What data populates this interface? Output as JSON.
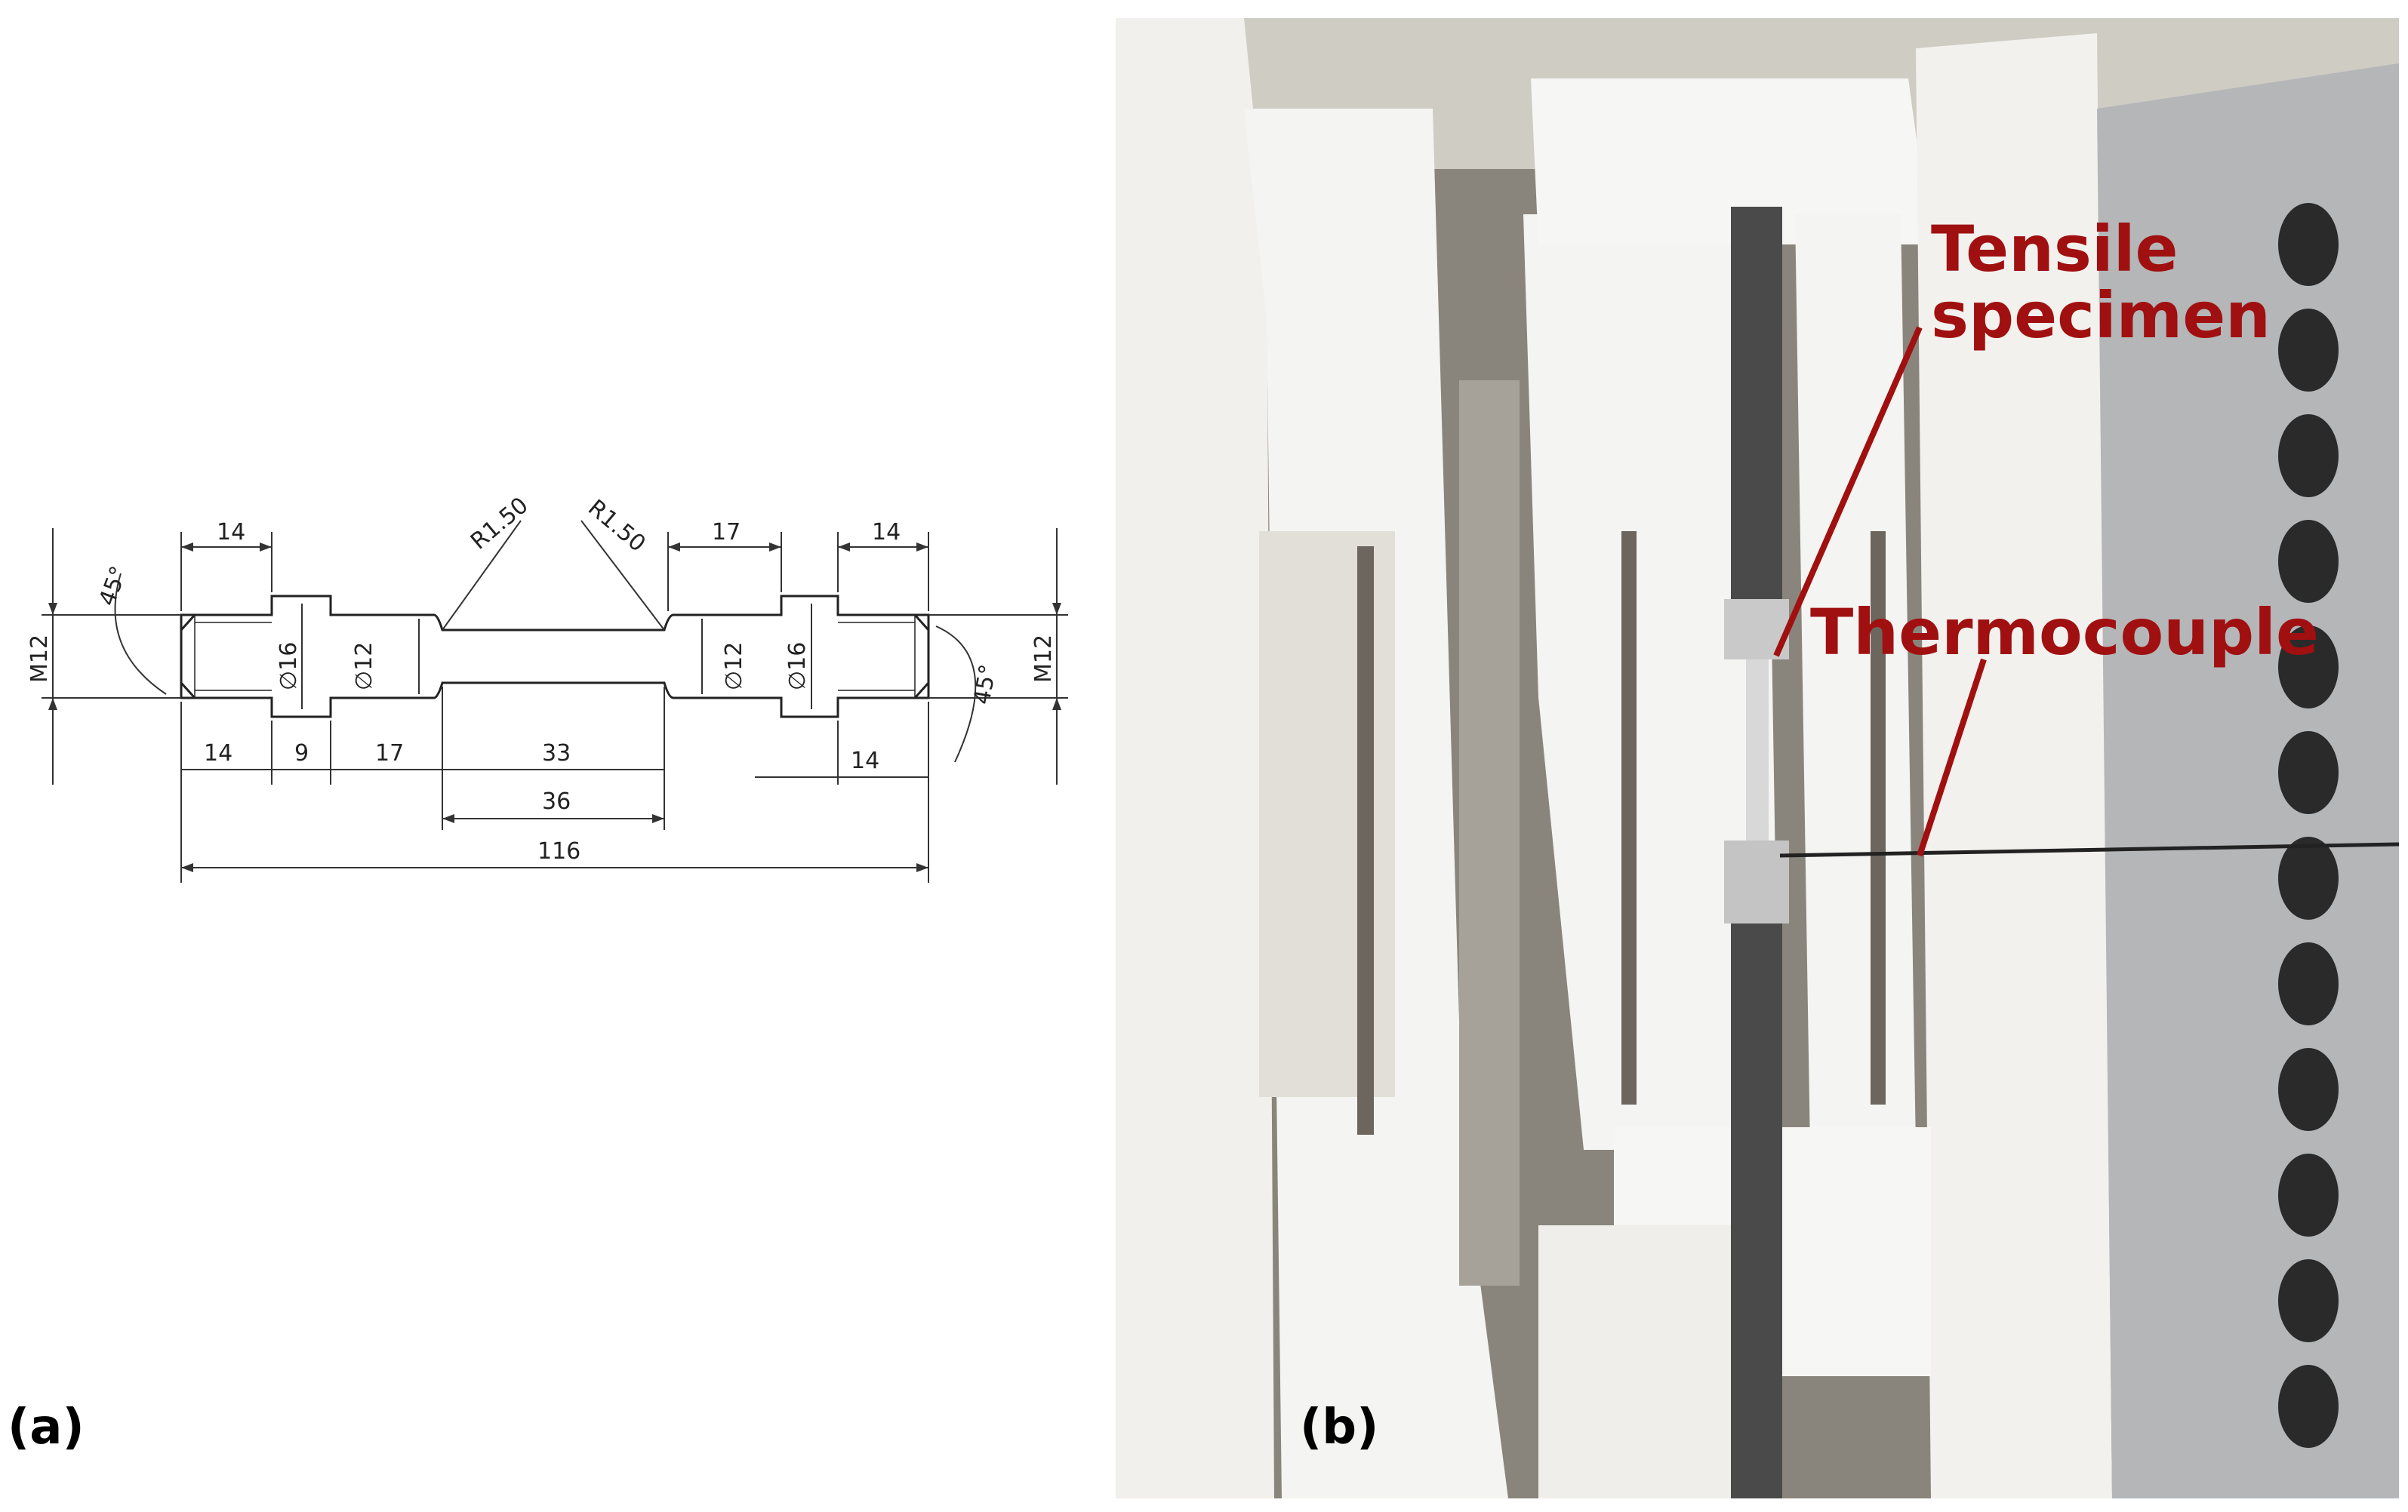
{
  "panels": {
    "a_label": "(a)",
    "b_label": "(b)"
  },
  "drawing": {
    "dims": {
      "top_14_left": "14",
      "r150_left": "R1.50",
      "r150_right": "R1.50",
      "top_17": "17",
      "top_14_right": "14",
      "m12_left": "M12",
      "m12_right": "M12",
      "angle_left": "45°",
      "angle_right": "45°",
      "dia16_left": "∅16",
      "dia12_left": "∅12",
      "dia12_right": "∅12",
      "dia16_right": "∅16",
      "bot_14_left": "14",
      "bot_9": "9",
      "bot_17": "17",
      "bot_33": "33",
      "bot_14_right": "14",
      "bot_36": "36",
      "bot_116": "116"
    }
  },
  "photo": {
    "tensile_specimen": "Tensile specimen",
    "thermocouple": "Thermocouple",
    "colors": {
      "label_red": "#a01010",
      "insulation_white": "#f4f4f2",
      "rod_dark": "#4a4a4a"
    }
  }
}
